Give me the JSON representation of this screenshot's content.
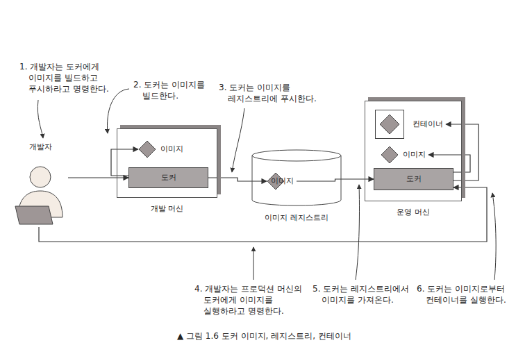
{
  "diagram": {
    "caption": "▲ 그림 1.6 도커 이미지, 레지스트리, 컨테이너",
    "nodes": [
      {
        "text": [
          "개발자"
        ]
      },
      {
        "text": [
          "개발 머신"
        ]
      },
      {
        "text": [
          "이미지"
        ],
        "in": 1
      },
      {
        "text": [
          "도커"
        ],
        "in": 1
      },
      {
        "text": [
          "이미지 레지스트리"
        ]
      },
      {
        "text": [
          "이미지"
        ],
        "in": 4
      },
      {
        "text": [
          "운영 머신"
        ]
      },
      {
        "text": [
          "컨테이너"
        ],
        "in": 6
      },
      {
        "text": [
          "이미지"
        ],
        "in": 6
      },
      {
        "text": [
          "도커"
        ],
        "in": 6
      }
    ],
    "edges": [
      {
        "from": 0,
        "to": 3,
        "arrow": "to"
      },
      {
        "from": 3,
        "to": 2,
        "arrow": "to"
      },
      {
        "from": 3,
        "to": 5,
        "arrow": "to"
      },
      {
        "from": 5,
        "to": 9,
        "arrow": "to"
      },
      {
        "from": 9,
        "to": 8,
        "arrow": "to"
      },
      {
        "from": 9,
        "to": 7,
        "arrow": "to"
      },
      {
        "from": 0,
        "to": 9,
        "arrow": "to"
      }
    ],
    "labels": [
      "1. 개발자는 도커에게 이미지를 빌드하고 푸시하라고 명령한다.",
      "2. 도커는 이미지를 빌드한다.",
      "3. 도커는 이미지를 레지스트리에 푸시한다.",
      "4. 개발자는 프로덕션 머신의 도커에게 이미지를 실행하라고 명령한다.",
      "5. 도커는 레지스트리에서 이미지를 가져온다.",
      "6. 도커는 이미지로부터 컨테이너를 실행한다."
    ]
  }
}
